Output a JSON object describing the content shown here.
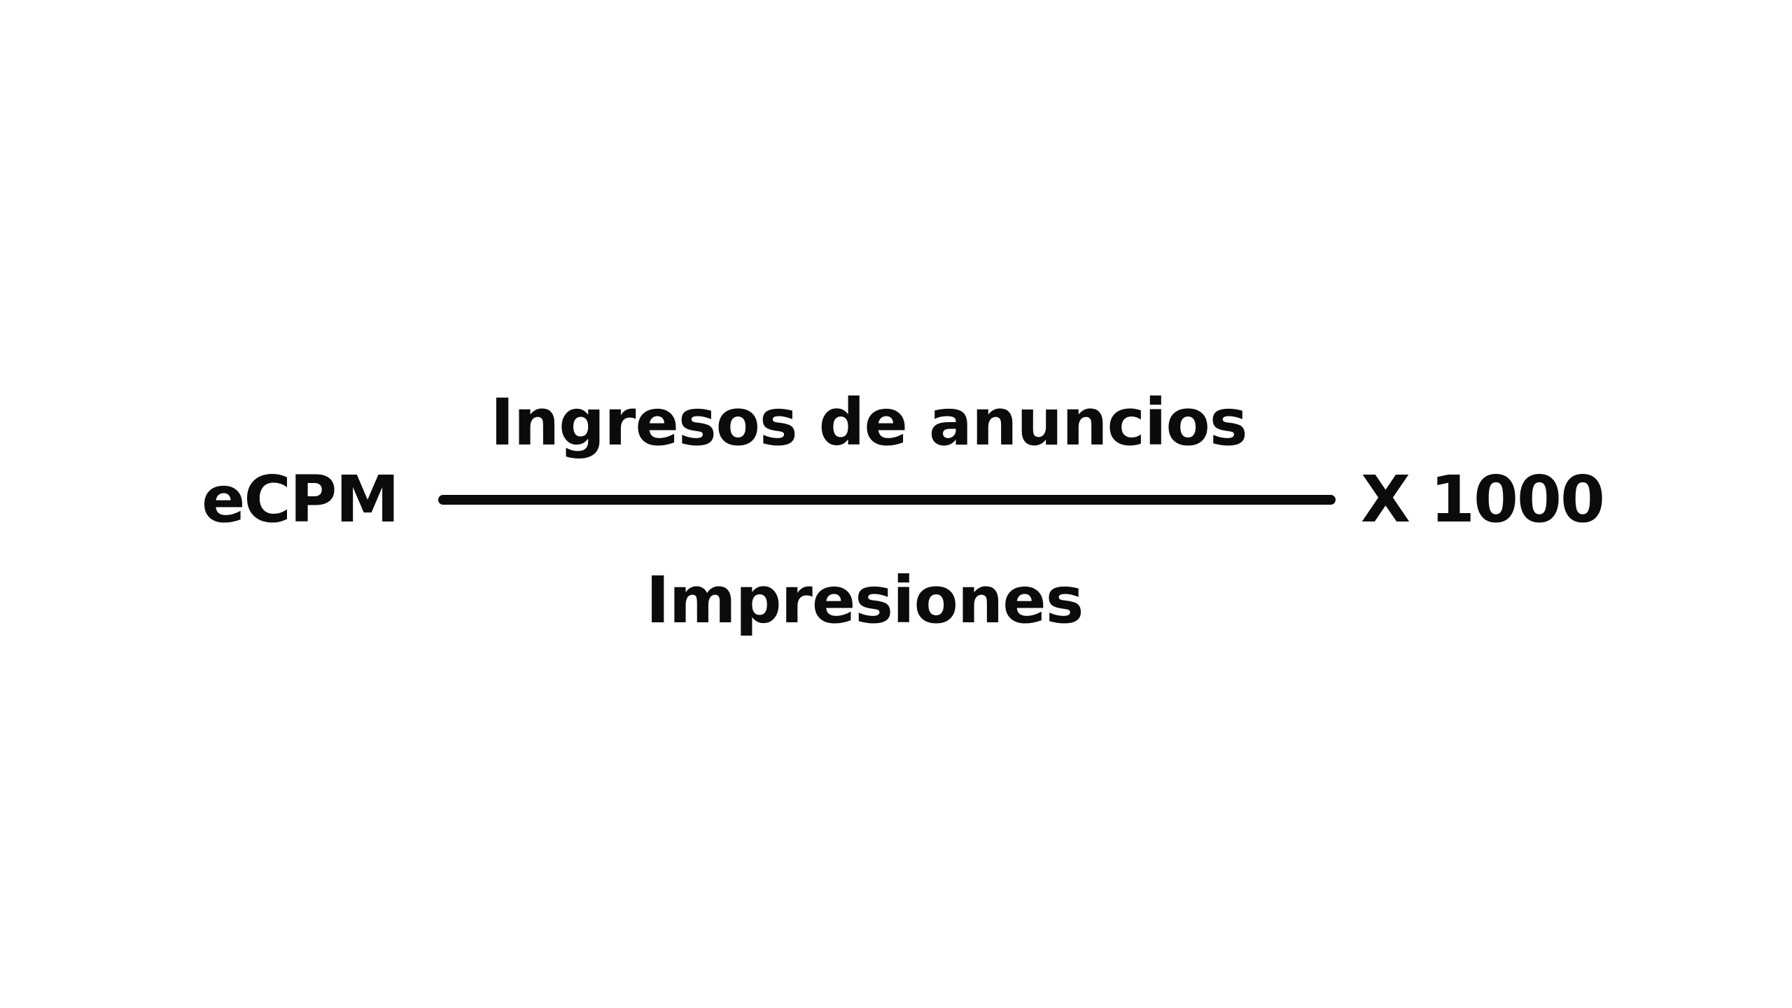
{
  "formula": {
    "lhs": "eCPM",
    "numerator": "Ingresos de anuncios",
    "denominator": "Impresiones",
    "multiplier": "X 1000"
  },
  "colors": {
    "background": "#ffffff",
    "text": "#0b0b0b"
  }
}
